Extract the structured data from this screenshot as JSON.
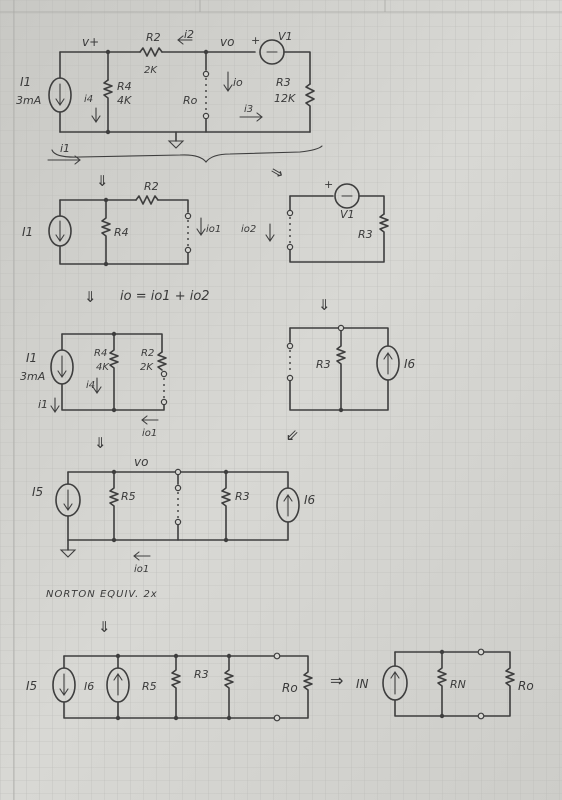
{
  "circuit1": {
    "vplus": "v+",
    "r2": "R2",
    "r2_val": "2K",
    "i2": "i2",
    "vo": "vo",
    "v1": "V1",
    "plus": "+",
    "minus": "-",
    "i1_name": "I1",
    "i1_val": "3mA",
    "i4": "i4",
    "r4": "R4",
    "r4_val": "4K",
    "ro": "Ro",
    "io": "io",
    "r3": "R3",
    "r3_val": "12K",
    "i3": "i3",
    "i1_bottom": "i1"
  },
  "circuit2": {
    "r2": "R2",
    "i1": "I1",
    "r4": "R4",
    "io1": "io1"
  },
  "circuit3": {
    "plus": "+",
    "minus": "-",
    "v1": "V1",
    "io2": "io2",
    "r3": "R3"
  },
  "equation": "io = io1 + io2",
  "circuit4": {
    "i1_name": "I1",
    "i1_val": "3mA",
    "r4": "R4",
    "r4_val": "4K",
    "r2": "R2",
    "r2_val": "2K",
    "i4": "i4",
    "i1": "i1",
    "io1": "io1"
  },
  "circuit5": {
    "r3": "R3",
    "i6": "I6"
  },
  "circuit6": {
    "vo": "vo",
    "i5": "I5",
    "r5": "R5",
    "r3": "R3",
    "i6": "I6",
    "io1": "io1"
  },
  "note": "NORTON EQUIV. 2x",
  "circuit7": {
    "i5": "I5",
    "i6": "I6",
    "r5": "R5",
    "r3": "R3",
    "ro": "Ro"
  },
  "circuit8": {
    "arrow": "⇒",
    "in": "IN",
    "rn": "RN",
    "ro": "Ro"
  }
}
